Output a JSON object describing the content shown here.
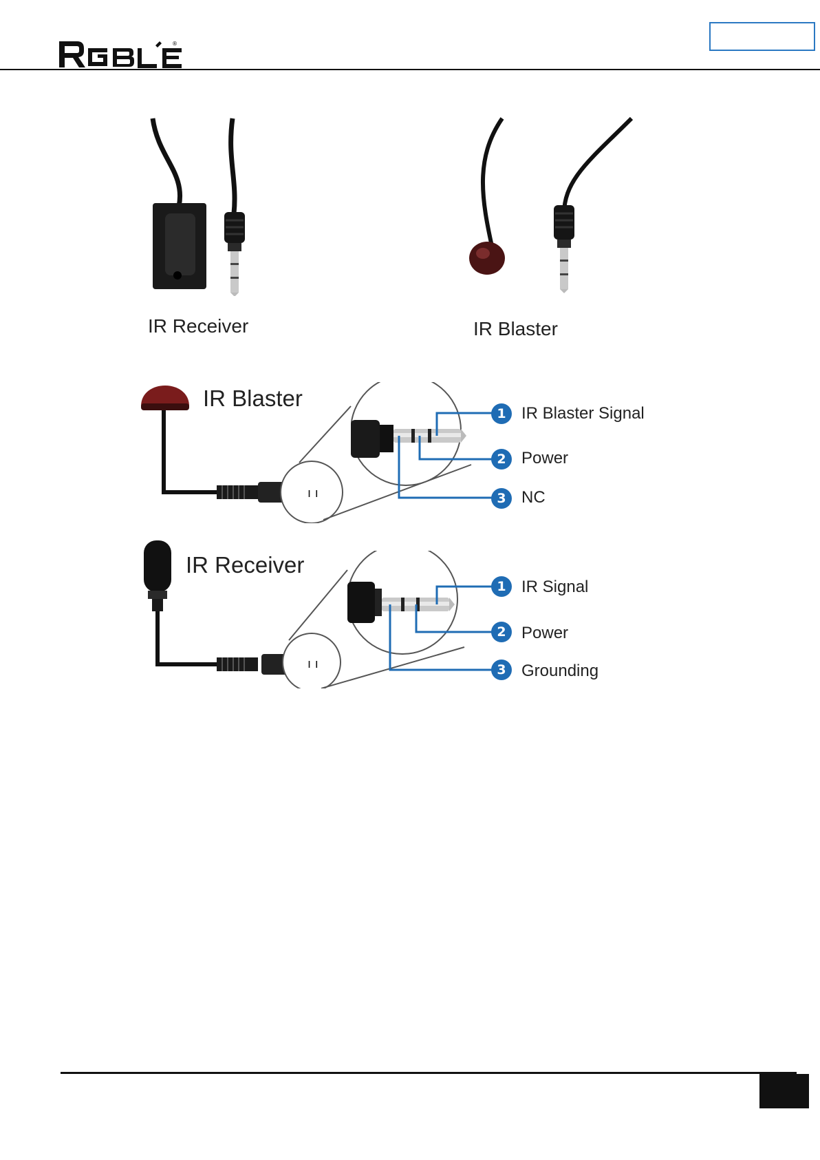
{
  "brand": {
    "logo_text": "RGBLE"
  },
  "photos": {
    "receiver_caption": "IR Receiver",
    "blaster_caption": "IR Blaster"
  },
  "blaster_diagram": {
    "title": "IR Blaster",
    "pins": [
      {
        "num": "1",
        "label": "IR Blaster Signal"
      },
      {
        "num": "2",
        "label": "Power"
      },
      {
        "num": "3",
        "label": "NC"
      }
    ]
  },
  "receiver_diagram": {
    "title": "IR Receiver",
    "pins": [
      {
        "num": "1",
        "label": "IR Signal"
      },
      {
        "num": "2",
        "label": "Power"
      },
      {
        "num": "3",
        "label": "Grounding"
      }
    ]
  },
  "colors": {
    "accent_blue": "#1f6cb4",
    "box_border": "#2a78c2"
  }
}
